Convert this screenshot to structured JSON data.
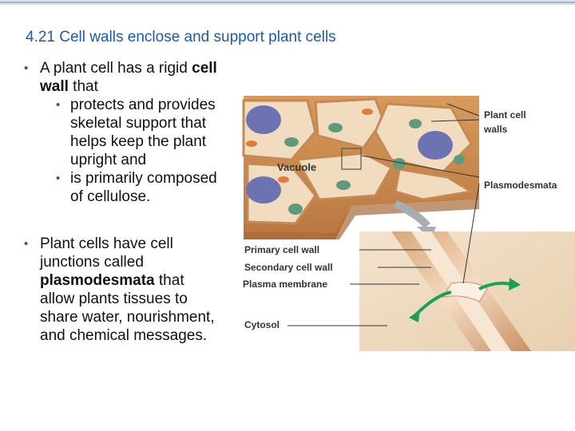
{
  "slide": {
    "title": "4.21 Cell walls enclose and support plant cells",
    "bullet1": {
      "text_pre": "A plant cell has a rigid ",
      "bold1": "cell",
      "bold2": "wall",
      "text_post": " that",
      "sub1_lines": [
        "protects and provides",
        "skeletal support that",
        "helps keep the plant",
        "upright and"
      ],
      "sub2_lines": [
        "is primarily composed",
        "of cellulose."
      ]
    },
    "bullet2": {
      "lines_a": [
        "Plant cells have cell",
        "junctions called"
      ],
      "bold": "plasmodesmata",
      "after_bold": " that",
      "lines_b": [
        "allow plants tissues to",
        "share water, nourishment,",
        "and chemical messages."
      ]
    }
  },
  "figure": {
    "labels": {
      "plant_cell_walls_1": "Plant cell",
      "plant_cell_walls_2": "walls",
      "vacuole": "Vacuole",
      "plasmodesmata": "Plasmodesmata",
      "primary_cell_wall": "Primary cell wall",
      "secondary_cell_wall": "Secondary cell wall",
      "plasma_membrane": "Plasma membrane",
      "cytosol": "Cytosol"
    },
    "colors": {
      "wall": "#c9894f",
      "cytoplasm": "#f1dcc0",
      "nucleus": "#6d72b3",
      "chloroplast": "#5f9a7c",
      "arrow": "#19a15a"
    }
  }
}
